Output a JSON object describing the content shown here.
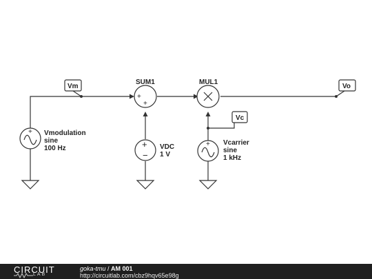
{
  "labels": {
    "vm": "Vm",
    "vo": "Vo",
    "vc": "Vc",
    "sum": "SUM1",
    "mul": "MUL1"
  },
  "vmod": {
    "name": "Vmodulation",
    "type": "sine",
    "freq": "100 Hz"
  },
  "vdc": {
    "name": "VDC",
    "value": "1 V"
  },
  "vcar": {
    "name": "Vcarrier",
    "type": "sine",
    "freq": "1 kHz"
  },
  "symbols": {
    "plus": "+",
    "minus": "−",
    "times": "×"
  },
  "footer": {
    "logo_top": "CIRCUIT",
    "logo_bottom": "LAB",
    "user": "goka-tmu",
    "separator": " / ",
    "title": "AM 001",
    "url": "http://circuitlab.com/cbz9hqv65e98g"
  },
  "colors": {
    "wire": "#333333",
    "footer_bg": "#1f1f1f"
  }
}
